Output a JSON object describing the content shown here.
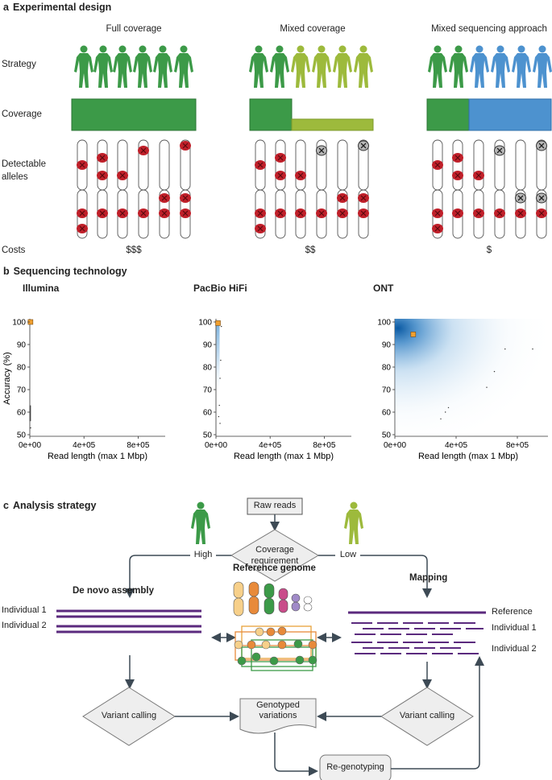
{
  "panel_a": {
    "letter": "a",
    "title": "Experimental design",
    "row_labels": [
      "Strategy",
      "Coverage",
      "Detectable alleles",
      "Costs"
    ],
    "columns": [
      {
        "title": "Full coverage",
        "cost": "$$$",
        "person_colors": [
          "green",
          "green",
          "green",
          "green",
          "green",
          "green"
        ]
      },
      {
        "title": "Mixed coverage",
        "cost": "$$",
        "person_colors": [
          "green",
          "green",
          "lime",
          "lime",
          "lime",
          "lime"
        ]
      },
      {
        "title": "Mixed sequencing approach",
        "cost": "$",
        "person_colors": [
          "green",
          "green",
          "blue",
          "blue",
          "blue",
          "blue"
        ]
      }
    ],
    "colors": {
      "green": "#3c9a48",
      "lime": "#9dba3c",
      "blue": "#4d92cf",
      "allele_red": "#c0202a",
      "allele_grey": "#b5b5b5"
    }
  },
  "panel_b": {
    "letter": "b",
    "title": "Sequencing technology",
    "plots": [
      {
        "title": "Illumina"
      },
      {
        "title": "PacBio HiFi"
      },
      {
        "title": "ONT"
      }
    ],
    "ylabel": "Accuracy (%)",
    "xlabel": "Read length (max 1 Mbp)",
    "yticks": [
      "100",
      "90",
      "80",
      "70",
      "60",
      "50"
    ],
    "xticks": [
      "0e+00",
      "4e+05",
      "8e+05"
    ]
  },
  "chart_data": [
    {
      "type": "scatter",
      "title": "Illumina",
      "xlabel": "Read length (max 1 Mbp)",
      "ylabel": "Accuracy (%)",
      "xlim": [
        0,
        1000000
      ],
      "ylim": [
        50,
        100
      ],
      "median_point": {
        "x": 5000,
        "y": 100
      },
      "density": "narrow vertical streak near x=0 from ~53 to 63"
    },
    {
      "type": "scatter",
      "title": "PacBio HiFi",
      "xlabel": "Read length (max 1 Mbp)",
      "ylabel": "Accuracy (%)",
      "xlim": [
        0,
        1000000
      ],
      "ylim": [
        50,
        100
      ],
      "median_point": {
        "x": 15000,
        "y": 99.5
      },
      "density": "narrow vertical blue band near x=0 from ~70 to 100"
    },
    {
      "type": "scatter",
      "title": "ONT",
      "xlabel": "Read length (max 1 Mbp)",
      "ylabel": "Accuracy (%)",
      "xlim": [
        0,
        1000000
      ],
      "ylim": [
        50,
        100
      ],
      "median_point": {
        "x": 120000,
        "y": 94.5
      },
      "density": "broad blue cloud, densest near x=0, y=90-100"
    }
  ],
  "panel_c": {
    "letter": "c",
    "title": "Analysis strategy",
    "raw_reads": "Raw reads",
    "coverage_req": [
      "Coverage",
      "requirement"
    ],
    "high": "High",
    "low": "Low",
    "de_novo": "De novo assembly",
    "mapping": "Mapping",
    "reference_genome": "Reference genome",
    "reference": "Reference",
    "individual_1": "Individual 1",
    "individual_2": "Individual 2",
    "variant_calling": "Variant calling",
    "genotyped": [
      "Genotyped",
      "variations"
    ],
    "regenotyping": "Re-genotyping",
    "colors": {
      "purple": "#5b2a7e",
      "arrow": "#3d4a55"
    }
  }
}
